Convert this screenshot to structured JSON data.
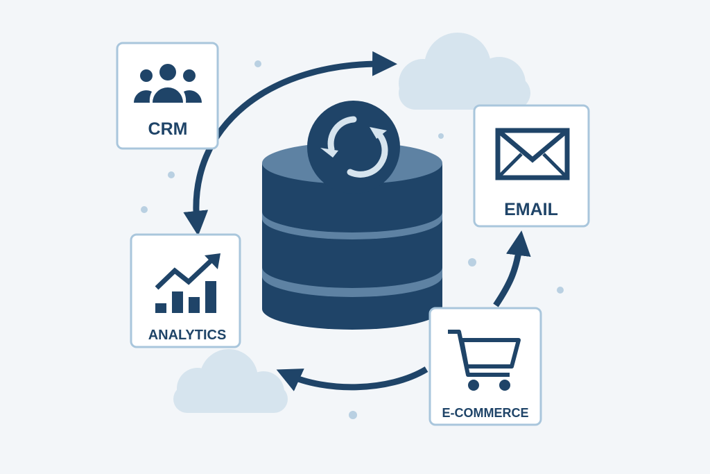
{
  "nodes": {
    "crm": {
      "label": "CRM",
      "icon": "users-icon"
    },
    "email": {
      "label": "EMAIL",
      "icon": "envelope-icon"
    },
    "analytics": {
      "label": "ANALYTICS",
      "icon": "bar-chart-trend-icon"
    },
    "ecommerce": {
      "label": "E-COMMERCE",
      "icon": "shopping-cart-icon"
    }
  },
  "center": {
    "icon": "database-sync-icon"
  },
  "colors": {
    "primary": "#1f4468",
    "secondary": "#5e82a3",
    "cloud": "#d6e4ee",
    "border": "#a9c6dc",
    "background": "#f3f6f9"
  }
}
